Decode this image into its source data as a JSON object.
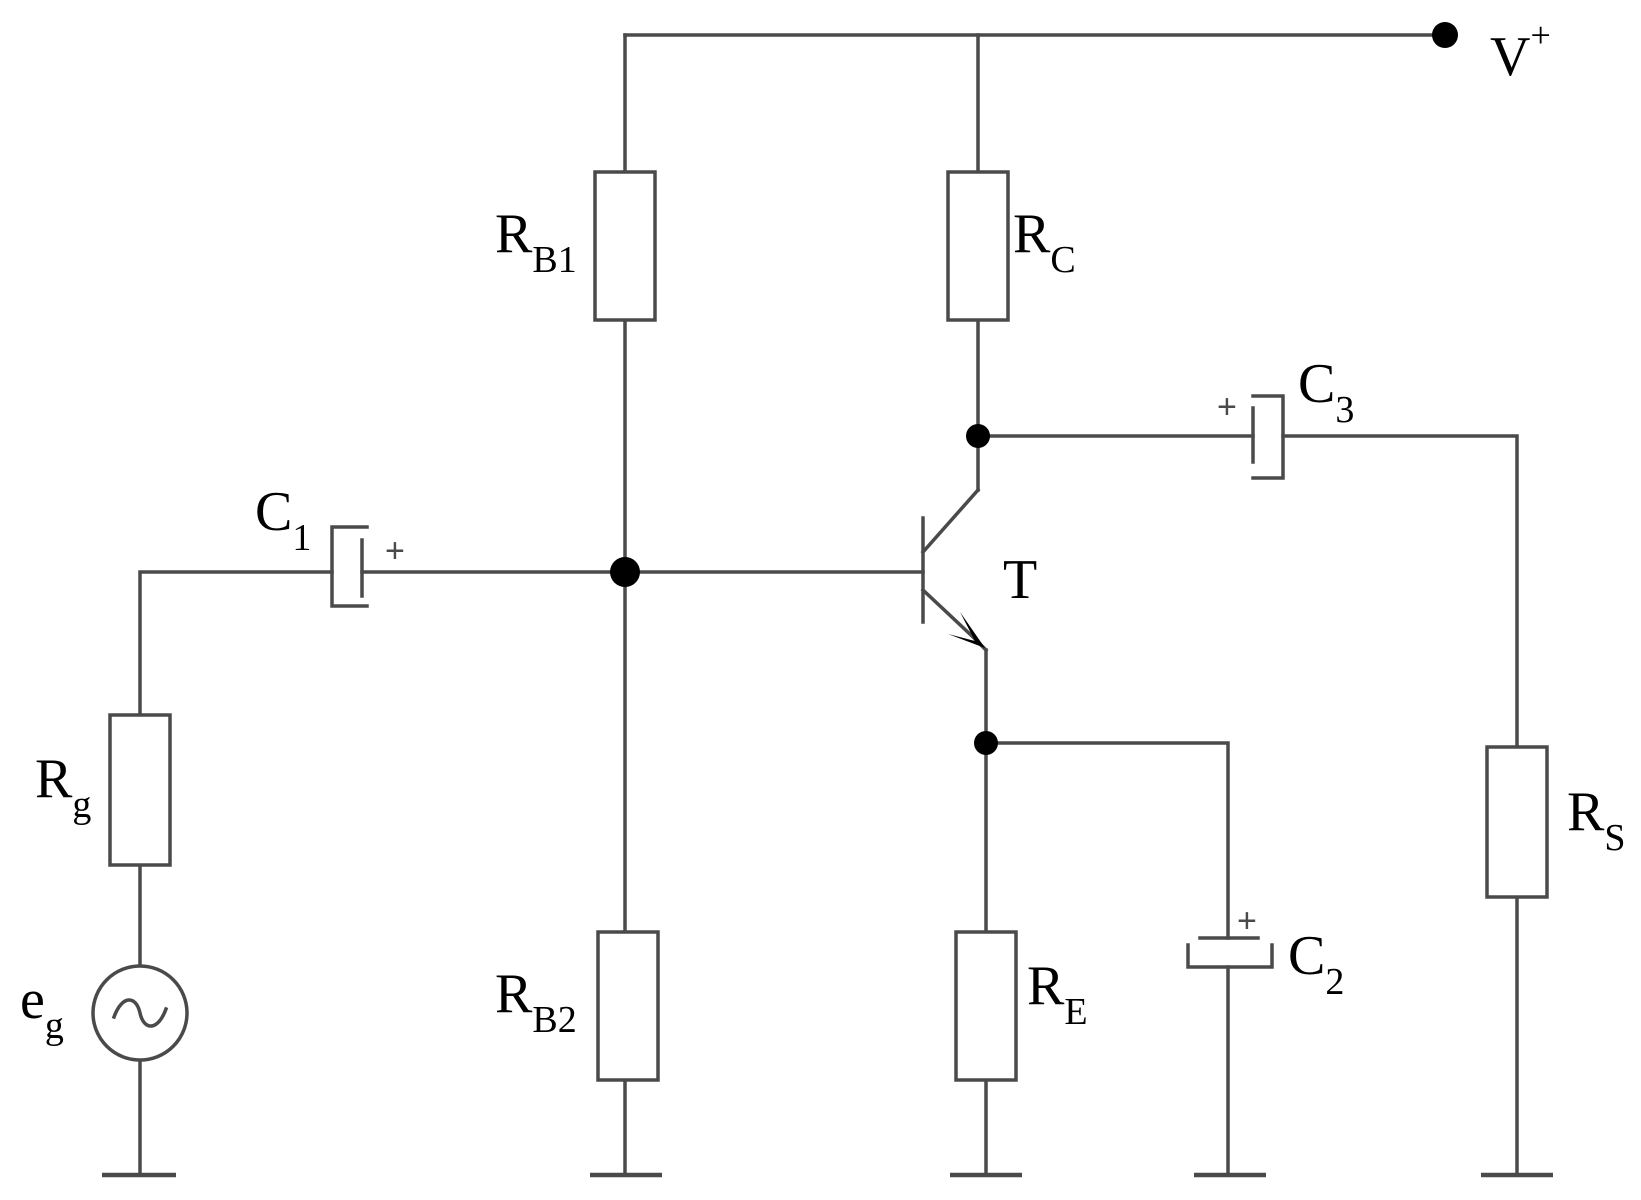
{
  "circuit": {
    "supply": {
      "label": "V",
      "sup": "+"
    },
    "resistors": {
      "rb1": {
        "label": "R",
        "sub": "B1"
      },
      "rc": {
        "label": "R",
        "sub": "C"
      },
      "rb2": {
        "label": "R",
        "sub": "B2"
      },
      "re": {
        "label": "R",
        "sub": "E"
      },
      "rg": {
        "label": "R",
        "sub": "g"
      },
      "rs": {
        "label": "R",
        "sub": "S"
      }
    },
    "capacitors": {
      "c1": {
        "label": "C",
        "sub": "1",
        "polarity": "+"
      },
      "c2": {
        "label": "C",
        "sub": "2",
        "polarity": "+"
      },
      "c3": {
        "label": "C",
        "sub": "3",
        "polarity": "+"
      }
    },
    "transistor": {
      "label": "T"
    },
    "source": {
      "label": "e",
      "sub": "g"
    }
  }
}
